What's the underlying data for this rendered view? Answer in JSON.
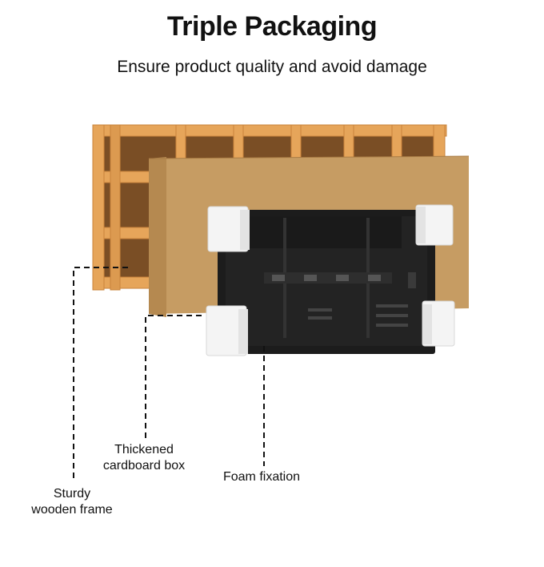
{
  "header": {
    "title": "Triple Packaging",
    "subtitle": "Ensure product quality and avoid damage"
  },
  "labels": {
    "wooden_frame": [
      "Sturdy",
      "wooden frame"
    ],
    "cardboard_box": [
      "Thickened",
      "cardboard box"
    ],
    "foam": "Foam fixation"
  },
  "colors": {
    "wood": "#e6a55a",
    "wood_dark": "#c9843c",
    "crate_back": "#8a5a2b",
    "cardboard": "#c69c63",
    "foam": "#f4f4f4",
    "display_back": "#1c1c1c"
  }
}
